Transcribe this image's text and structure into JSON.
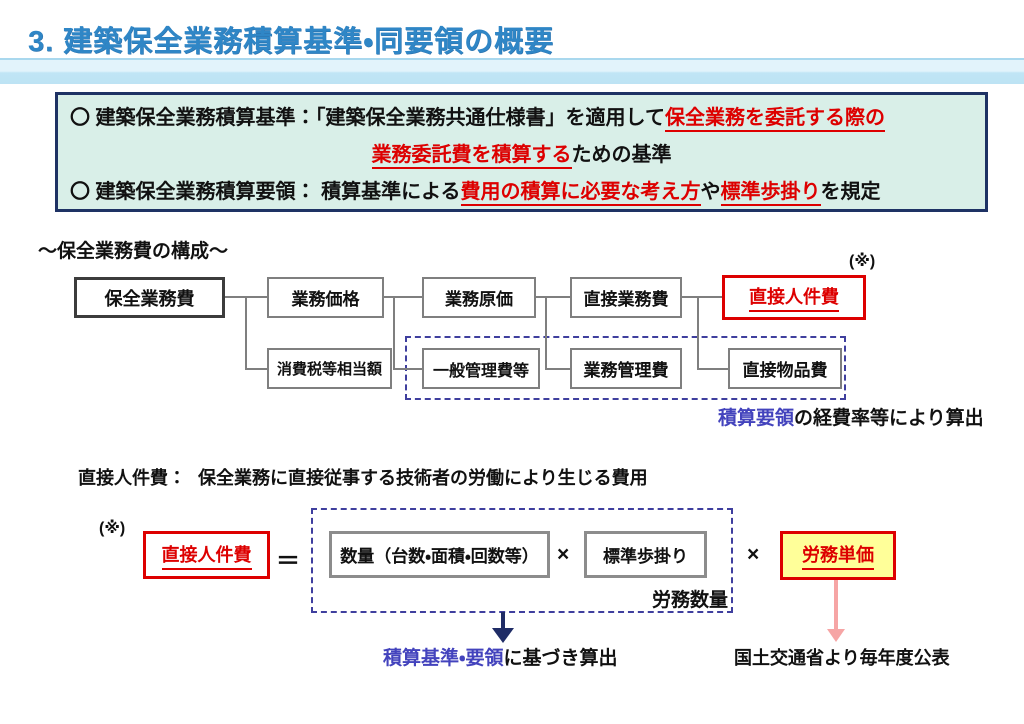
{
  "page": {
    "title": "3. 建築保全業務積算基準・同要領の概要"
  },
  "summary_box": {
    "line1_prefix": "〇 建築保全業務積算基準：「建築保全業務共通仕様書」を適用して",
    "line1_red": "保全業務を委託する際の",
    "line2_red": "業務委託費を積算する",
    "line2_suffix": "ための基準",
    "line3_prefix": "〇 建築保全業務積算要領： 積算基準による",
    "line3_red1": "費用の積算に必要な考え方",
    "line3_mid": "や",
    "line3_red2": "標準歩掛り",
    "line3_suffix": "を規定"
  },
  "cost_chart": {
    "heading": "～保全業務費の構成～",
    "note_mark": "(※)",
    "boxes": {
      "hozen_gyomuhi": "保全業務費",
      "gyomu_kakaku": "業務価格",
      "gyomu_genka": "業務原価",
      "chokusetsu_gyomuhi": "直接業務費",
      "chokusetsu_jinkenhi": "直接人件費",
      "shohizei": "消費税等相当額",
      "ippan_kanrihi": "一般管理費等",
      "gyomu_kanrihi": "業務管理費",
      "chokusetsu_buppinhi": "直接物品費"
    },
    "calc_note": {
      "blue": "積算要領",
      "black": "の経費率等により算出"
    }
  },
  "formula": {
    "definition_label": "直接人件費：",
    "definition_text": "保全業務に直接従事する技術者の労働により生じる費用",
    "note_mark": "(※)",
    "lhs": "直接人件費",
    "equals": "＝",
    "factor_quantity": "数量（台数・面積・回数等）",
    "times": "×",
    "factor_rate": "標準歩掛り",
    "group_label": "労務数量",
    "factor_unit_price": "労務単価",
    "calc_note": {
      "blue": "積算基準・要領",
      "black": "に基づき算出"
    },
    "publish_note": "国土交通省より毎年度公表"
  },
  "colors": {
    "title_blue": "#2f86c6",
    "band_blue": "#bde3f4",
    "summary_border_navy": "#1e3264",
    "summary_bg_mint": "#d9efe8",
    "accent_red": "#dd0000",
    "box_border_gray": "#7f7f7f",
    "dashed_navy": "#3f3f9e",
    "note_blue": "#4343bd",
    "arrow_navy": "#1f2c66",
    "arrow_pink": "#f6a5a5",
    "unit_price_bg_yellow": "#ffff99"
  }
}
